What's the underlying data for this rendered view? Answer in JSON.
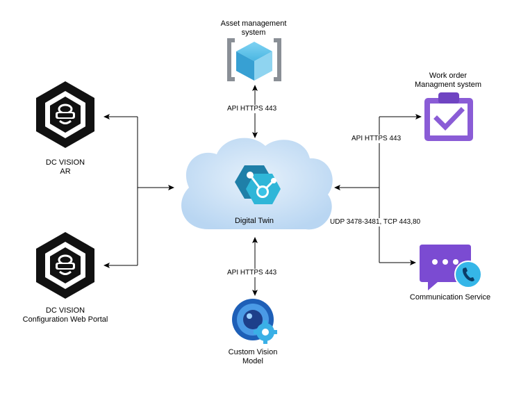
{
  "nodes": {
    "asset": {
      "line1": "Asset management",
      "line2": "system"
    },
    "workorder": {
      "line1": "Work order",
      "line2": "Managment system"
    },
    "dc_ar": {
      "line1": "DC VISION",
      "line2": "AR"
    },
    "dc_portal": {
      "line1": "DC VISION",
      "line2": "Configuration Web Portal"
    },
    "digital_twin": {
      "label": "Digital Twin"
    },
    "comm": {
      "label": "Communication Service"
    },
    "custom_vision": {
      "line1": "Custom Vision",
      "line2": "Model"
    }
  },
  "edges": {
    "asset_api": "API HTTPS 443",
    "workorder_api": "API HTTPS 443",
    "vision_api": "API HTTPS 443",
    "comm_ports": "UDP 3478-3481, TCP 443,80"
  },
  "icons": {
    "asset": "cube-icon",
    "workorder": "clipboard-check-icon",
    "dc_vision": "dc-vision-logo-icon",
    "digital_twin": "digital-twin-icon",
    "comm": "chat-phone-icon",
    "custom_vision": "custom-vision-icon",
    "cloud": "cloud-icon"
  },
  "colors": {
    "cloud": "#cfe2f5",
    "asset_blue": "#3aa8d8",
    "workorder_purple": "#8a5cd6",
    "comm_purple": "#7b4bd2",
    "comm_phone": "#35b6e8",
    "twin_teal": "#2aa3c9",
    "vision_blue": "#2f7cd2",
    "logo_black": "#111111"
  }
}
